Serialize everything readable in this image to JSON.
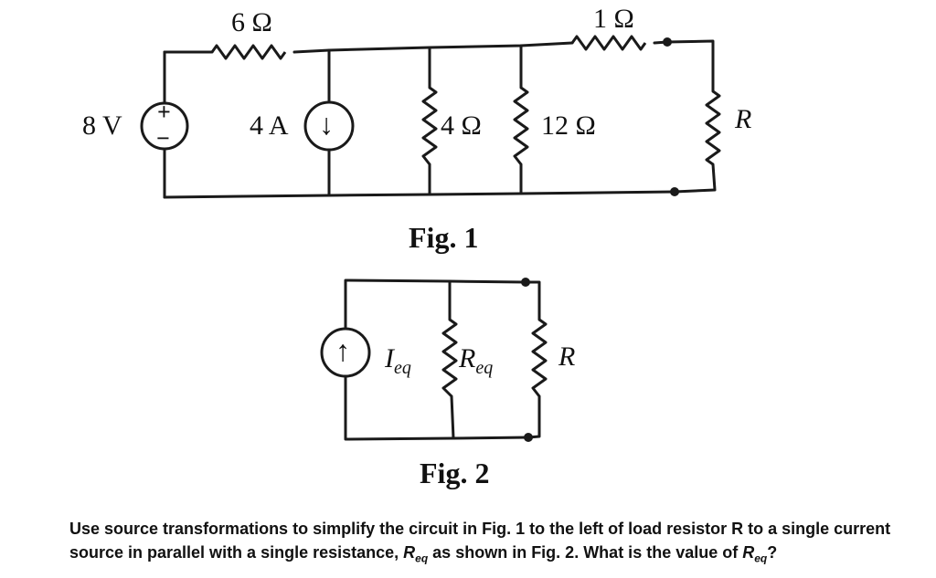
{
  "fig1": {
    "caption": "Fig. 1",
    "labels": {
      "r6": "6 Ω",
      "r1": "1 Ω",
      "vsrc": "8 V",
      "isrc": "4 A",
      "r4": "4 Ω",
      "r12": "12 Ω",
      "rload": "R"
    }
  },
  "fig2": {
    "caption": "Fig. 2",
    "labels": {
      "ieq_main": "I",
      "ieq_sub": "eq",
      "req_main": "R",
      "req_sub": "eq",
      "rload": "R"
    }
  },
  "question": {
    "line1": "Use source transformations to simplify the circuit in Fig. 1 to the left of load resistor R to a single current",
    "line2_a": "source in parallel with a single resistance, ",
    "line2_req_main": "R",
    "line2_req_sub": "eq",
    "line2_b": " as shown in Fig. 2.  What is the value of ",
    "line2_req2_main": "R",
    "line2_req2_sub": "eq",
    "line2_c": "?"
  },
  "symbols": {
    "plus": "+",
    "minus": "−",
    "arrow_down": "↓",
    "arrow_up": "↑"
  }
}
